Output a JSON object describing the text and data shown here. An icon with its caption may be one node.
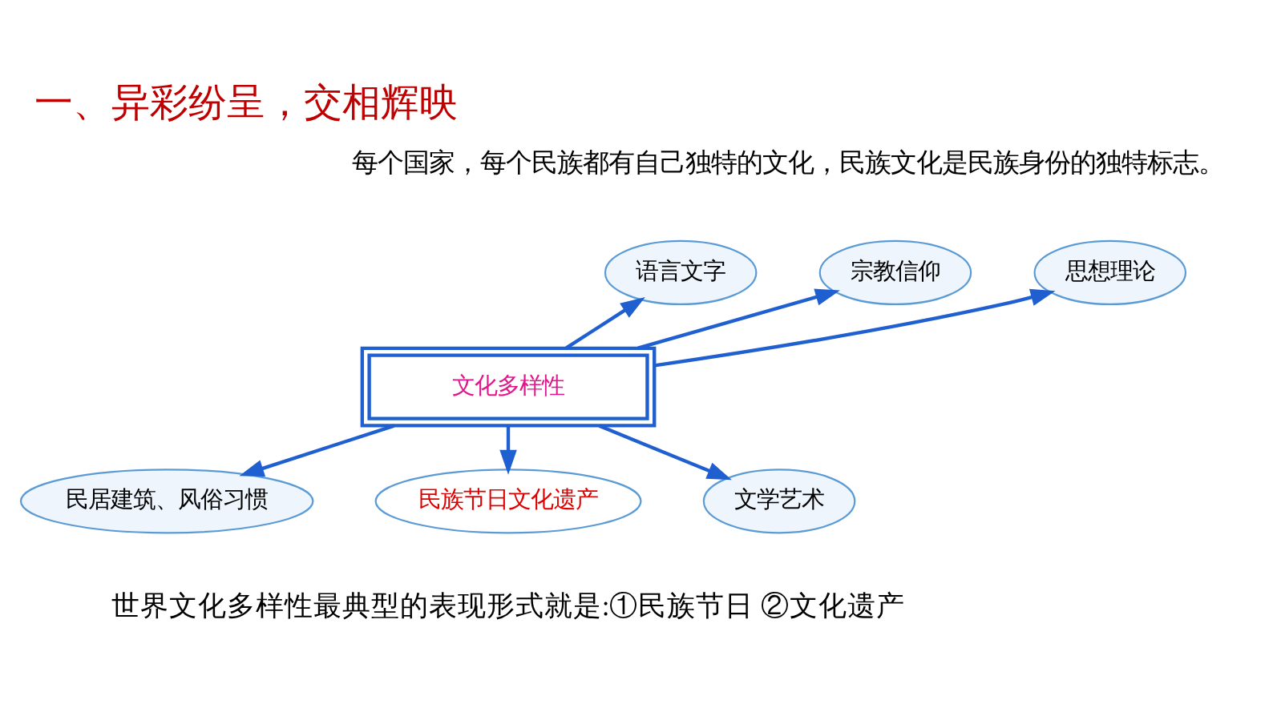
{
  "diagram": {
    "title": "一、异彩纷呈，交相辉映",
    "nodes": [
      {
        "text": [
          "文化多样性"
        ]
      },
      {
        "text": [
          "语言文字"
        ]
      },
      {
        "text": [
          "宗教信仰"
        ]
      },
      {
        "text": [
          "思想理论"
        ]
      },
      {
        "text": [
          "民居建筑、风俗习惯"
        ]
      },
      {
        "text": [
          "民族节日文化遗产"
        ]
      },
      {
        "text": [
          "文学艺术"
        ]
      }
    ],
    "edges": [
      {
        "from": 0,
        "to": 1,
        "arrow": "to"
      },
      {
        "from": 0,
        "to": 2,
        "arrow": "to"
      },
      {
        "from": 0,
        "to": 3,
        "arrow": "to"
      },
      {
        "from": 0,
        "to": 4,
        "arrow": "to"
      },
      {
        "from": 0,
        "to": 5,
        "arrow": "to"
      },
      {
        "from": 0,
        "to": 6,
        "arrow": "to"
      }
    ],
    "labels": [
      "每个国家，每个民族都有自己独特的文化，民族文化是民族身份的独特标志。",
      "世界文化多样性最典型的表现形式就是:①民族节日 ②文化遗产"
    ]
  }
}
